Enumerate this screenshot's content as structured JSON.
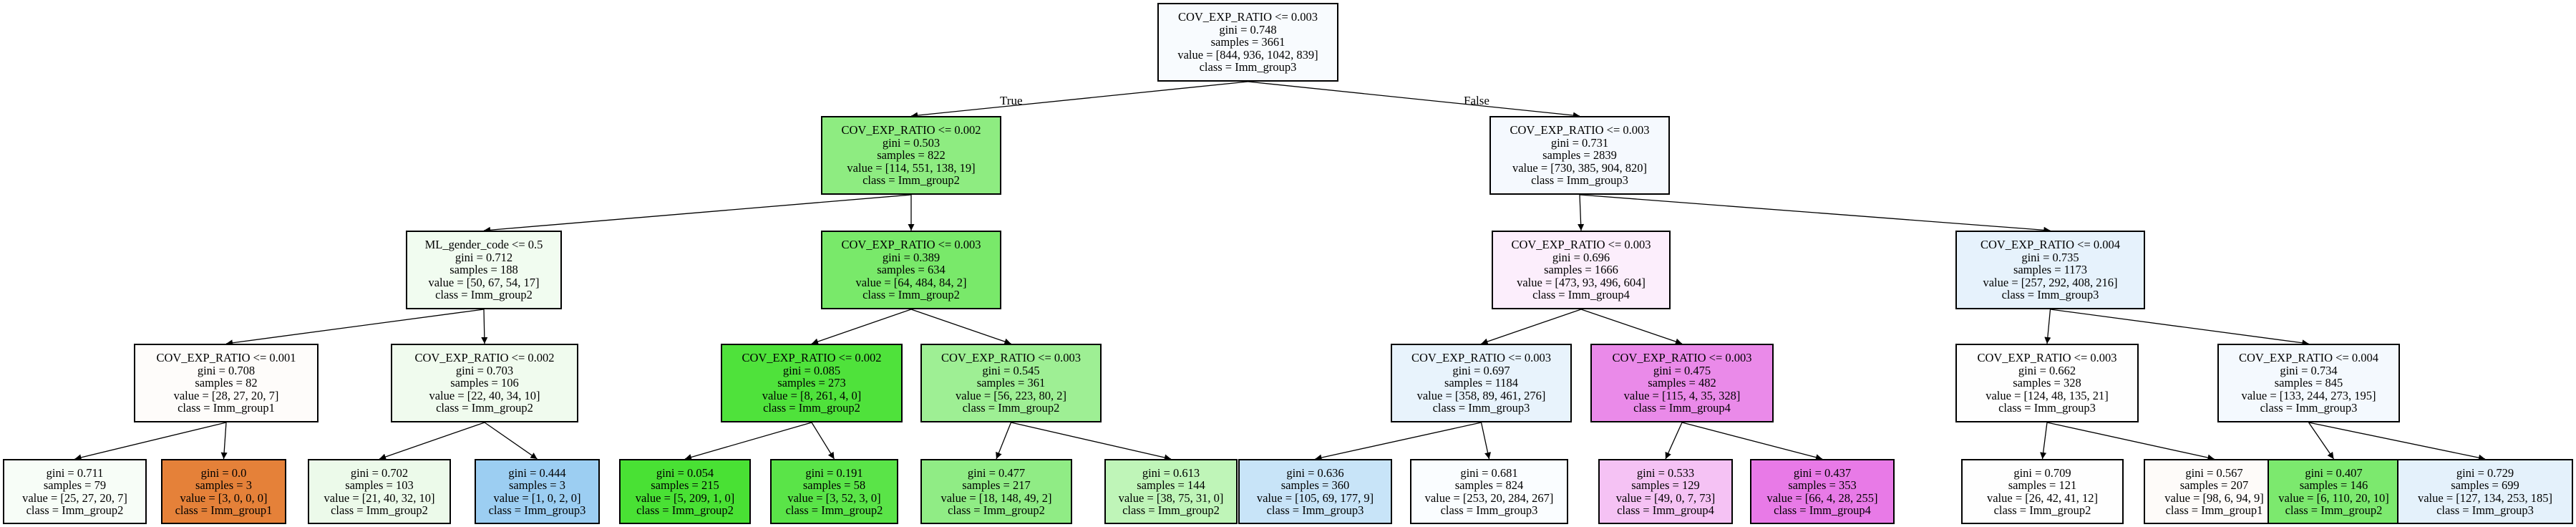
{
  "edge_labels": {
    "true_label": "True",
    "false_label": "False"
  },
  "nodes": {
    "n0": {
      "fill": "#f8fbfe",
      "lines": [
        "COV_EXP_RATIO <= 0.003",
        "gini = 0.748",
        "samples = 3661",
        "value = [844, 936, 1042, 839]",
        "class = Imm_group3"
      ]
    },
    "n1": {
      "fill": "#8eec81",
      "lines": [
        "COV_EXP_RATIO <= 0.002",
        "gini = 0.503",
        "samples = 822",
        "value = [114, 551, 138, 19]",
        "class = Imm_group2"
      ]
    },
    "n2": {
      "fill": "#f5f9fe",
      "lines": [
        "COV_EXP_RATIO <= 0.003",
        "gini = 0.731",
        "samples = 2839",
        "value = [730, 385, 904, 820]",
        "class = Imm_group3"
      ]
    },
    "n3": {
      "fill": "#f1fcf0",
      "lines": [
        "ML_gender_code <= 0.5",
        "gini = 0.712",
        "samples = 188",
        "value = [50, 67, 54, 17]",
        "class = Imm_group2"
      ]
    },
    "n4": {
      "fill": "#79e96a",
      "lines": [
        "COV_EXP_RATIO <= 0.003",
        "gini = 0.389",
        "samples = 634",
        "value = [64, 484, 84, 2]",
        "class = Imm_group2"
      ]
    },
    "n5": {
      "fill": "#fceefc",
      "lines": [
        "COV_EXP_RATIO <= 0.003",
        "gini = 0.696",
        "samples = 1666",
        "value = [473, 93, 496, 604]",
        "class = Imm_group4"
      ]
    },
    "n6": {
      "fill": "#e6f2fc",
      "lines": [
        "COV_EXP_RATIO <= 0.004",
        "gini = 0.735",
        "samples = 1173",
        "value = [257, 292, 408, 216]",
        "class = Imm_group3"
      ]
    },
    "n7": {
      "fill": "#fefcfa",
      "lines": [
        "COV_EXP_RATIO <= 0.001",
        "gini = 0.708",
        "samples = 82",
        "value = [28, 27, 20, 7]",
        "class = Imm_group1"
      ]
    },
    "n8": {
      "fill": "#f0fbee",
      "lines": [
        "COV_EXP_RATIO <= 0.002",
        "gini = 0.703",
        "samples = 106",
        "value = [22, 40, 34, 10]",
        "class = Imm_group2"
      ]
    },
    "n9": {
      "fill": "#4fe23b",
      "lines": [
        "COV_EXP_RATIO <= 0.002",
        "gini = 0.085",
        "samples = 273",
        "value = [8, 261, 4, 0]",
        "class = Imm_group2"
      ]
    },
    "n10": {
      "fill": "#9eef94",
      "lines": [
        "COV_EXP_RATIO <= 0.003",
        "gini = 0.545",
        "samples = 361",
        "value = [56, 223, 80, 2]",
        "class = Imm_group2"
      ]
    },
    "n11": {
      "fill": "#e8f3fc",
      "lines": [
        "COV_EXP_RATIO <= 0.003",
        "gini = 0.697",
        "samples = 1184",
        "value = [358, 89, 461, 276]",
        "class = Imm_group3"
      ]
    },
    "n12": {
      "fill": "#ea8ae9",
      "lines": [
        "COV_EXP_RATIO <= 0.003",
        "gini = 0.475",
        "samples = 482",
        "value = [115, 4, 35, 328]",
        "class = Imm_group4"
      ]
    },
    "n13": {
      "fill": "#fefefe",
      "lines": [
        "COV_EXP_RATIO <= 0.003",
        "gini = 0.662",
        "samples = 328",
        "value = [124, 48, 135, 21]",
        "class = Imm_group3"
      ]
    },
    "n14": {
      "fill": "#f4f9fe",
      "lines": [
        "COV_EXP_RATIO <= 0.004",
        "gini = 0.734",
        "samples = 845",
        "value = [133, 244, 273, 195]",
        "class = Imm_group3"
      ]
    },
    "n15": {
      "fill": "#f7fdf7",
      "lines": [
        "gini = 0.711",
        "samples = 79",
        "value = [25, 27, 20, 7]",
        "class = Imm_group2"
      ]
    },
    "n16": {
      "fill": "#e58139",
      "lines": [
        "gini = 0.0",
        "samples = 3",
        "value = [3, 0, 0, 0]",
        "class = Imm_group1"
      ]
    },
    "n17": {
      "fill": "#ecfaea",
      "lines": [
        "gini = 0.702",
        "samples = 103",
        "value = [21, 40, 32, 10]",
        "class = Imm_group2"
      ]
    },
    "n18": {
      "fill": "#9ccef2",
      "lines": [
        "gini = 0.444",
        "samples = 3",
        "value = [1, 0, 2, 0]",
        "class = Imm_group3"
      ]
    },
    "n19": {
      "fill": "#49e134",
      "lines": [
        "gini = 0.054",
        "samples = 215",
        "value = [5, 209, 1, 0]",
        "class = Imm_group2"
      ]
    },
    "n20": {
      "fill": "#5ae448",
      "lines": [
        "gini = 0.191",
        "samples = 58",
        "value = [3, 52, 3, 0]",
        "class = Imm_group2"
      ]
    },
    "n21": {
      "fill": "#90ec85",
      "lines": [
        "gini = 0.477",
        "samples = 217",
        "value = [18, 148, 49, 2]",
        "class = Imm_group2"
      ]
    },
    "n22": {
      "fill": "#bff5b8",
      "lines": [
        "gini = 0.613",
        "samples = 144",
        "value = [38, 75, 31, 0]",
        "class = Imm_group2"
      ]
    },
    "n23": {
      "fill": "#c8e4f8",
      "lines": [
        "gini = 0.636",
        "samples = 360",
        "value = [105, 69, 177, 9]",
        "class = Imm_group3"
      ]
    },
    "n24": {
      "fill": "#fafdff",
      "lines": [
        "gini = 0.681",
        "samples = 824",
        "value = [253, 20, 284, 267]",
        "class = Imm_group3"
      ]
    },
    "n25": {
      "fill": "#f5c2f4",
      "lines": [
        "gini = 0.533",
        "samples = 129",
        "value = [49, 0, 7, 73]",
        "class = Imm_group4"
      ]
    },
    "n26": {
      "fill": "#e87ae7",
      "lines": [
        "gini = 0.437",
        "samples = 353",
        "value = [66, 4, 28, 255]",
        "class = Imm_group4"
      ]
    },
    "n27": {
      "fill": "#fefefe",
      "lines": [
        "gini = 0.709",
        "samples = 121",
        "value = [26, 42, 41, 12]",
        "class = Imm_group2"
      ]
    },
    "n28": {
      "fill": "#fefbf9",
      "lines": [
        "gini = 0.567",
        "samples = 207",
        "value = [98, 6, 94, 9]",
        "class = Imm_group1"
      ]
    },
    "n29": {
      "fill": "#7ce96e",
      "lines": [
        "gini = 0.407",
        "samples = 146",
        "value = [6, 110, 20, 10]",
        "class = Imm_group2"
      ]
    },
    "n30": {
      "fill": "#e4f1fb",
      "lines": [
        "gini = 0.729",
        "samples = 699",
        "value = [127, 134, 253, 185]",
        "class = Imm_group3"
      ]
    }
  }
}
